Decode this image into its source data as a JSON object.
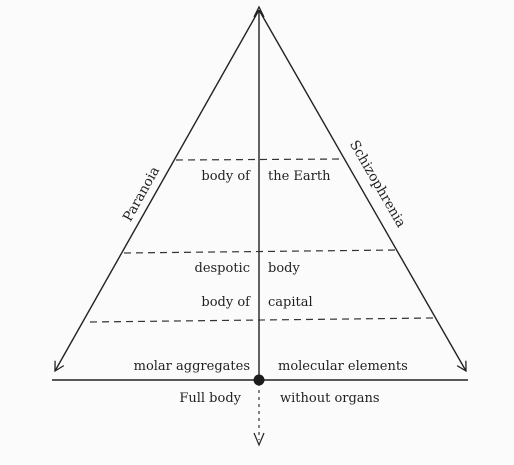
{
  "diagram": {
    "left_side_label": "Paranoia",
    "right_side_label": "Schizophrenia",
    "levels": [
      {
        "left": "body of",
        "right": "the Earth"
      },
      {
        "left": "despotic",
        "right": "body"
      },
      {
        "left": "body of",
        "right": "capital"
      },
      {
        "left": "molar aggregates",
        "right": "molecular elements"
      }
    ],
    "base": {
      "left": "Full body",
      "right": "without organs"
    }
  }
}
